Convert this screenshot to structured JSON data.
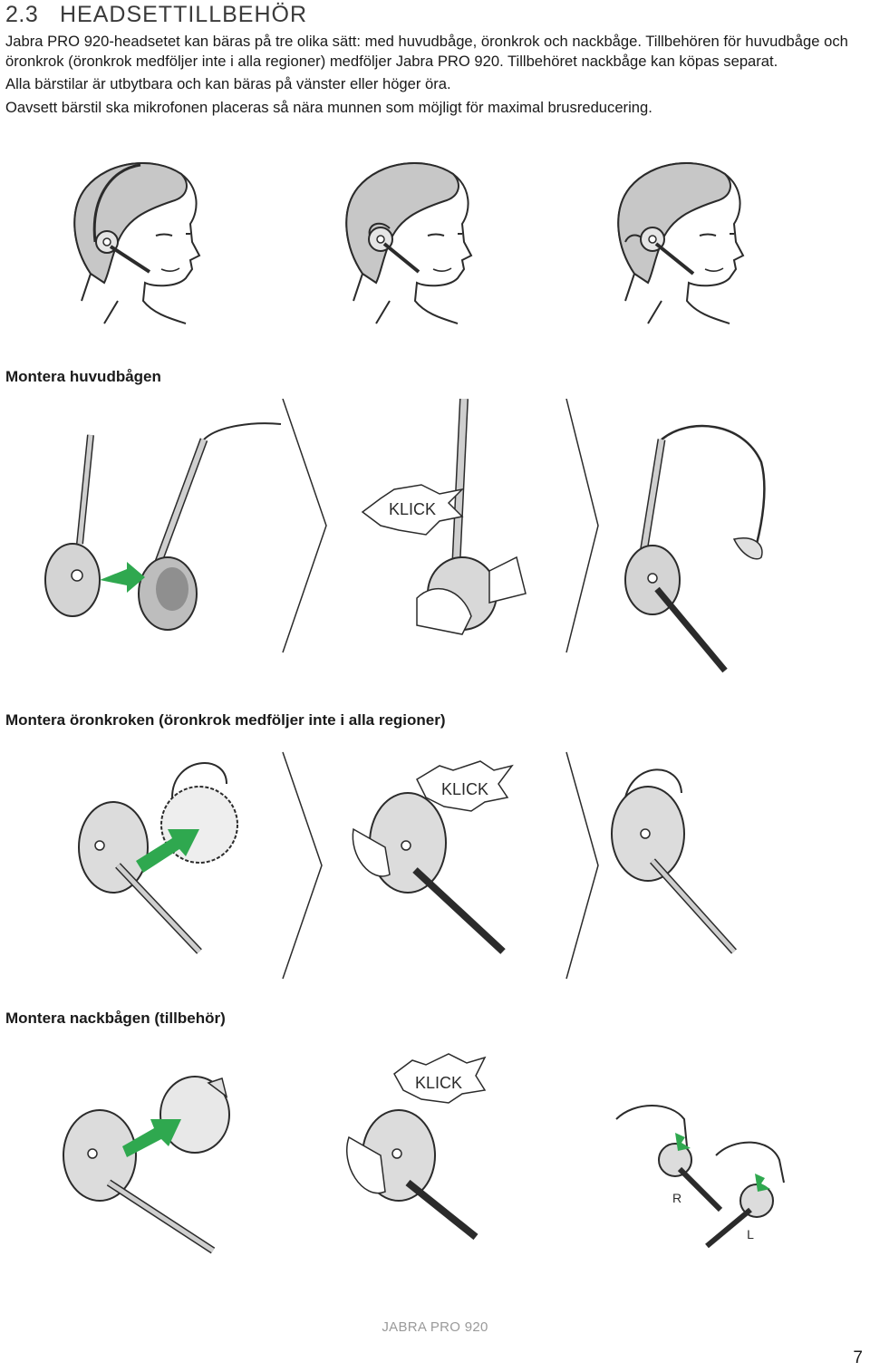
{
  "section": {
    "number": "2.3",
    "title": "HEADSETTILLBEHÖR"
  },
  "intro": [
    "Jabra PRO 920-headsetet kan bäras på tre olika sätt: med huvudbåge, öronkrok och nackbåge. Tillbehören för huvudbåge och öronkrok (öronkrok medföljer inte i alla regioner) medföljer Jabra PRO 920. Tillbehöret nackbåge kan köpas separat.",
    "Alla bärstilar är utbytbara och kan bäras på vänster eller höger öra.",
    "Oavsett bärstil ska mikrofonen placeras så nära munnen som möjligt för maximal brusreducering."
  ],
  "steps": [
    {
      "heading": "Montera huvudbågen",
      "click_label": "KLICK"
    },
    {
      "heading": "Montera öronkroken (öronkrok medföljer inte i alla regioner)",
      "click_label": "KLICK"
    },
    {
      "heading": "Montera nackbågen (tillbehör)",
      "click_label": "KLICK",
      "side_labels": [
        "R",
        "L"
      ]
    }
  ],
  "footer": {
    "product": "JABRA PRO 920",
    "page": "7"
  },
  "colors": {
    "arrow": "#2fa84f",
    "outline": "#2b2b2b",
    "gray": "#bfbfbf"
  },
  "icons": [
    "head-headband-icon",
    "head-earhook-icon",
    "head-neckband-icon",
    "headband-parts-icon",
    "headband-click-icon",
    "headband-assembled-icon",
    "earhook-parts-icon",
    "earhook-click-icon",
    "earhook-assembled-icon",
    "neckband-parts-icon",
    "neckband-click-icon",
    "neckband-assembled-icon",
    "chevron-right-icon"
  ]
}
